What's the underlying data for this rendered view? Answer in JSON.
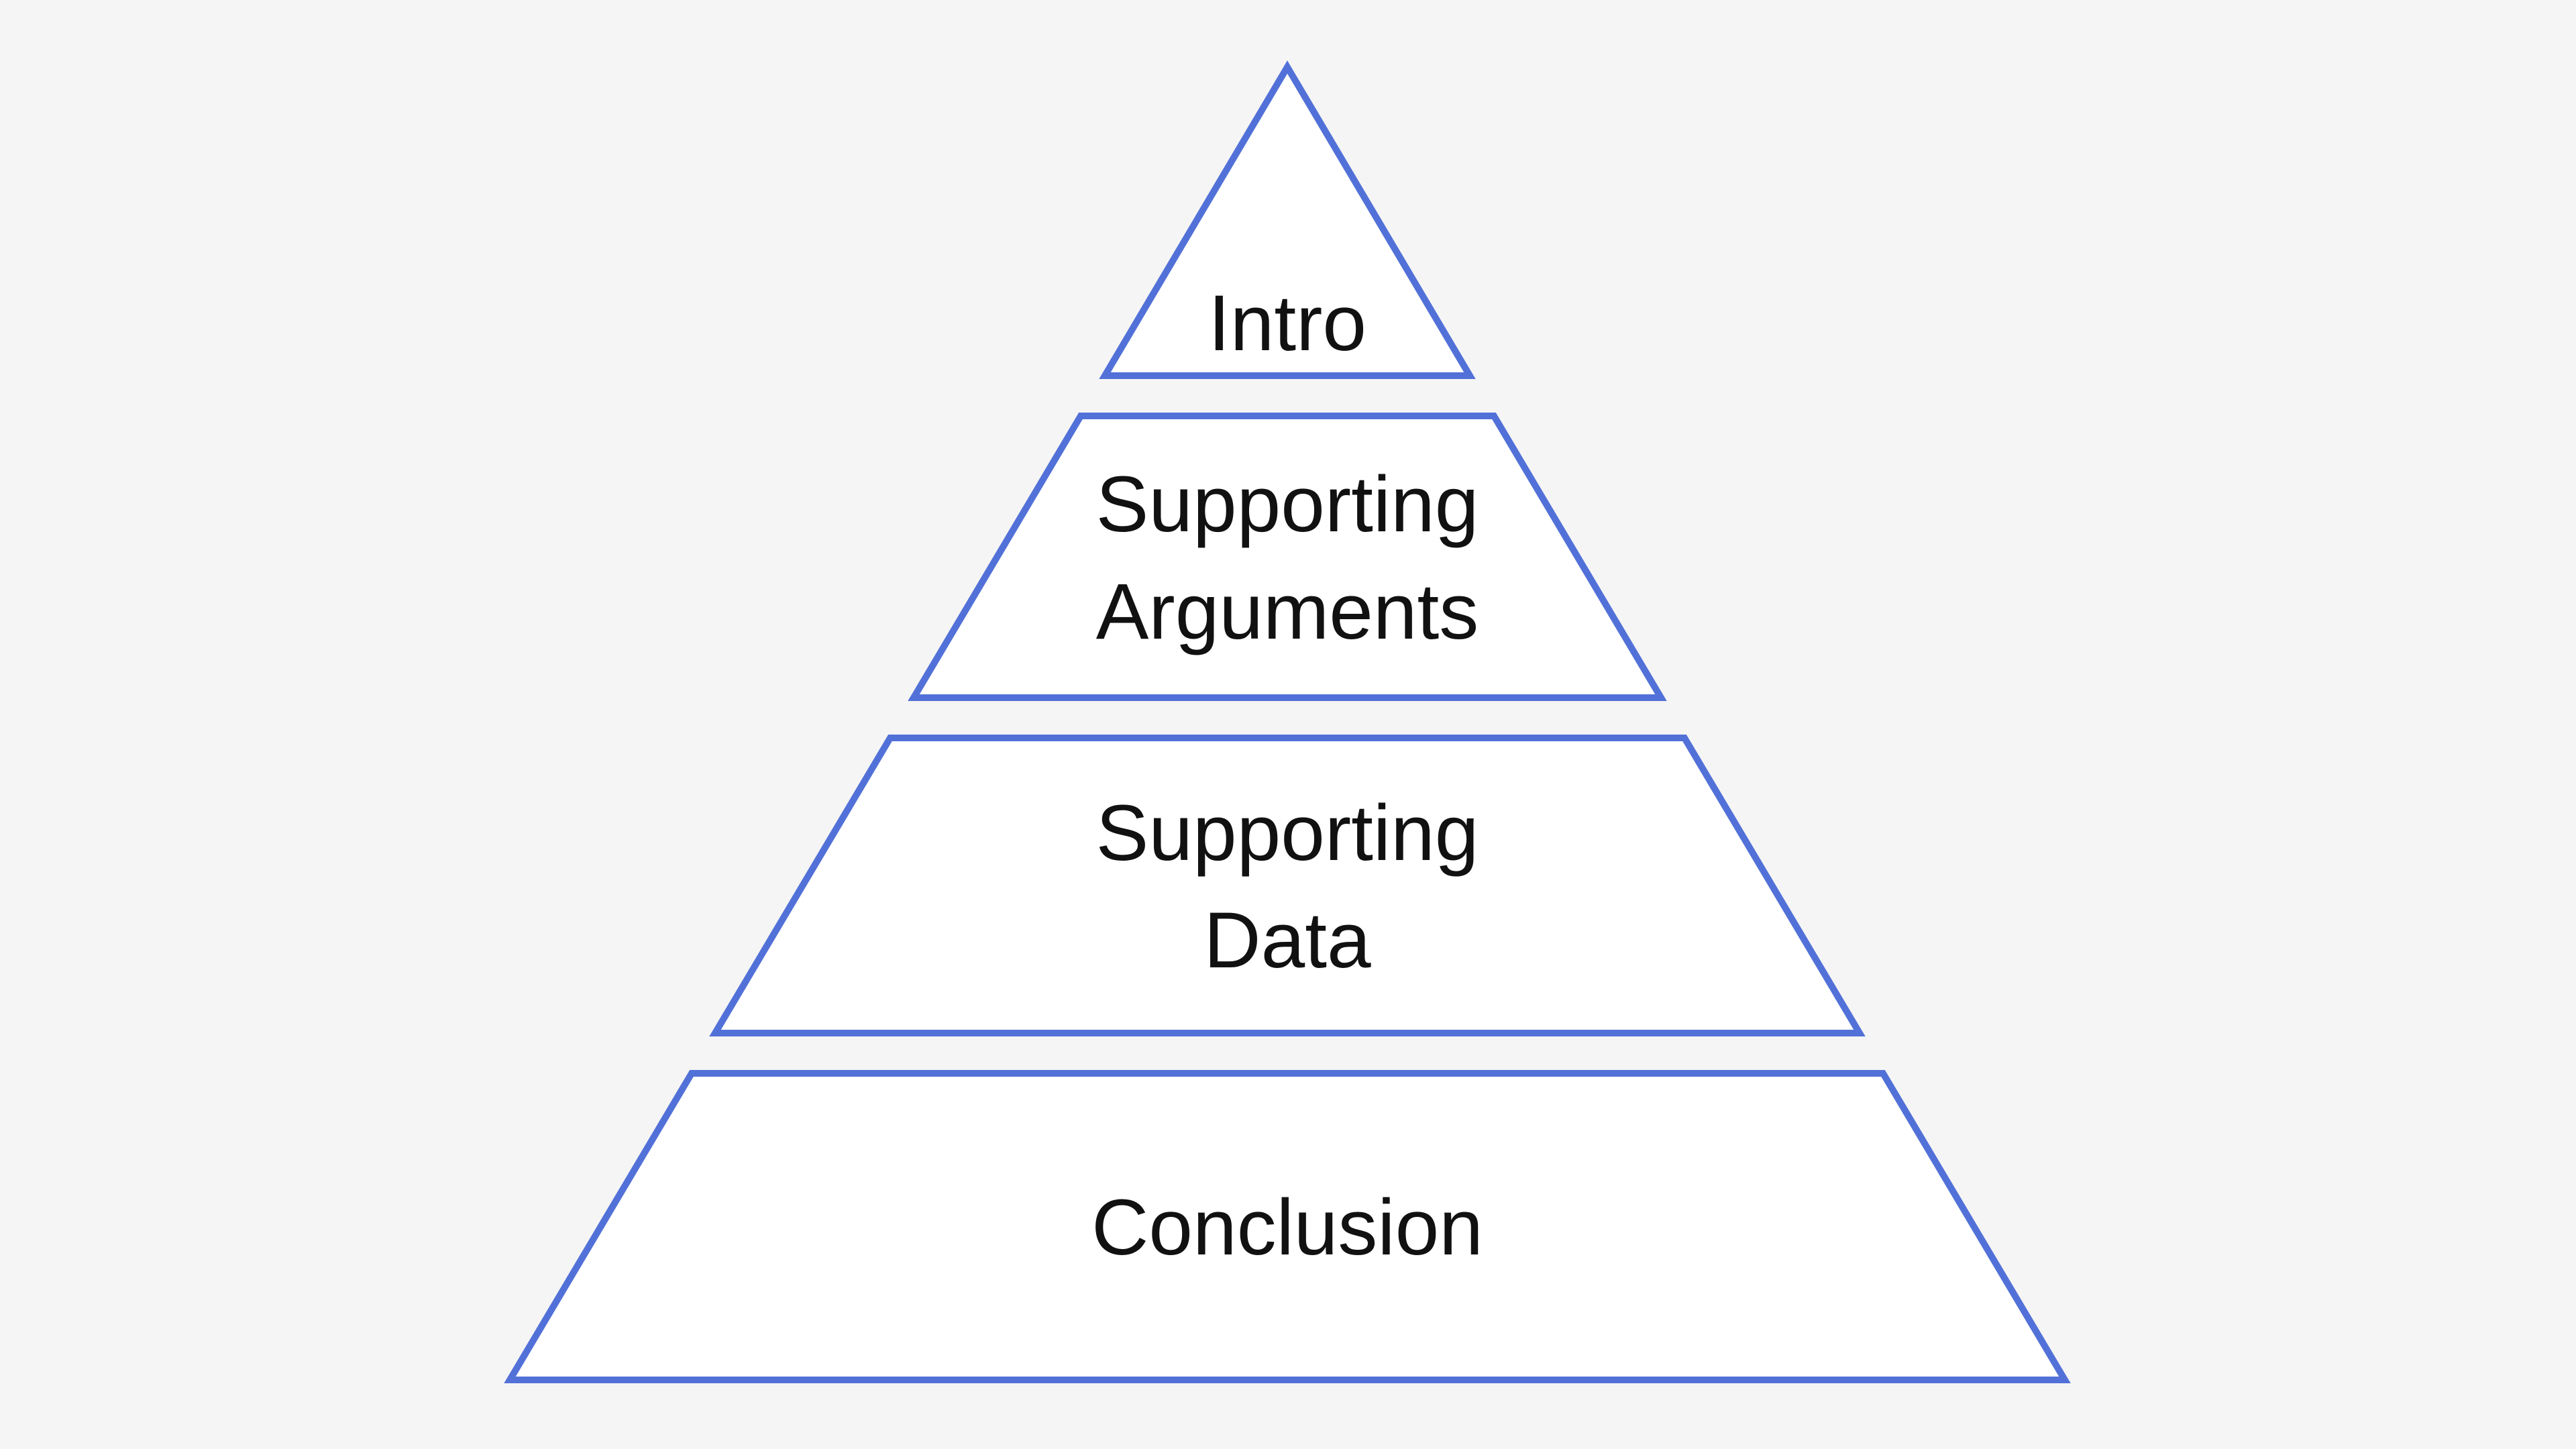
{
  "diagram": {
    "type": "pyramid",
    "level_count": 4,
    "levels": [
      {
        "name": "intro",
        "lines": [
          "Intro"
        ]
      },
      {
        "name": "supporting-arguments",
        "lines": [
          "Supporting",
          "Arguments"
        ]
      },
      {
        "name": "supporting-data",
        "lines": [
          "Supporting",
          "Data"
        ]
      },
      {
        "name": "conclusion",
        "lines": [
          "Conclusion"
        ]
      }
    ]
  },
  "colors": {
    "background": "#f5f5f5",
    "shape-fill": "#ffffff",
    "shape-stroke": "#5271d8",
    "text": "#111111"
  }
}
